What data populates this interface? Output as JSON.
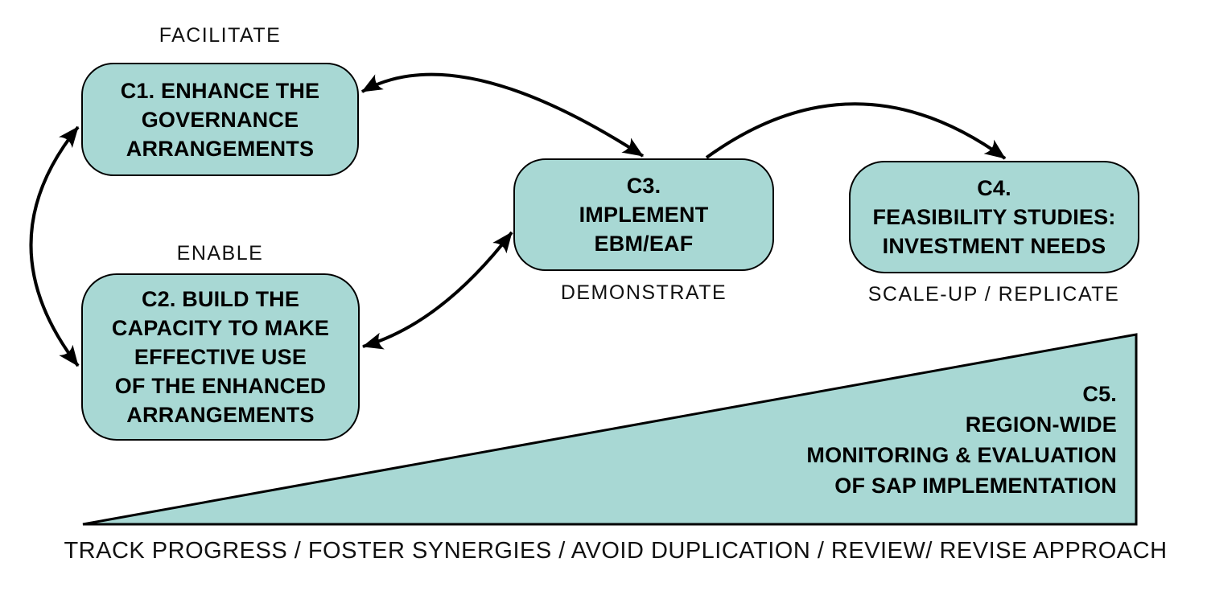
{
  "diagram": {
    "labels": {
      "facilitate": "FACILITATE",
      "enable": "ENABLE",
      "demonstrate": "DEMONSTRATE",
      "scale_up_replicate": "SCALE-UP / REPLICATE"
    },
    "boxes": {
      "c1": {
        "lines": [
          "C1. ENHANCE THE",
          "GOVERNANCE",
          "ARRANGEMENTS"
        ]
      },
      "c2": {
        "lines": [
          "C2. BUILD THE",
          "CAPACITY TO MAKE",
          "EFFECTIVE USE",
          "OF THE ENHANCED",
          "ARRANGEMENTS"
        ]
      },
      "c3": {
        "lines": [
          "C3.",
          "IMPLEMENT",
          "EBM/EAF"
        ]
      },
      "c4": {
        "lines": [
          "C4.",
          "FEASIBILITY STUDIES:",
          "INVESTMENT NEEDS"
        ]
      },
      "c5": {
        "lines": [
          "C5.",
          "REGION-WIDE",
          "MONITORING & EVALUATION",
          "OF SAP IMPLEMENTATION"
        ]
      }
    },
    "footer": "TRACK PROGRESS / FOSTER SYNERGIES / AVOID DUPLICATION / REVIEW/ REVISE APPROACH",
    "arrows": [
      {
        "from": "c1",
        "to": "c2",
        "bidirectional": true
      },
      {
        "from": "c1",
        "to": "c3",
        "bidirectional": true
      },
      {
        "from": "c2",
        "to": "c3",
        "bidirectional": true
      },
      {
        "from": "c3",
        "to": "c4",
        "bidirectional": false
      }
    ],
    "colors": {
      "shape_fill": "#a8d8d4",
      "outline": "#000000",
      "background": "#ffffff",
      "text": "#000000"
    }
  }
}
